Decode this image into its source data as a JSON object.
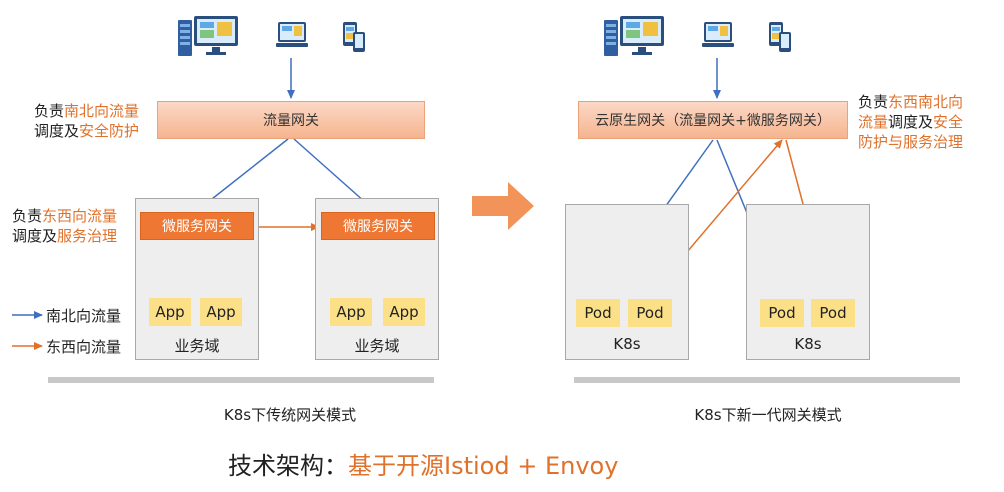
{
  "left": {
    "gateway": "流量网关",
    "note1": {
      "a": "负责",
      "b": "南北向流量",
      "c": "调度及",
      "d": "安全防护"
    },
    "note2": {
      "a": "负责",
      "b": "东西向流量",
      "c": "调度及",
      "d": "服务治理"
    },
    "mesh_gateway": "微服务网关",
    "app": "App",
    "domain_label": "业务域",
    "caption": "K8s下传统网关模式"
  },
  "right": {
    "gateway": "云原生网关（流量网关+微服务网关）",
    "note": {
      "a": "负责",
      "b": "东西南北向",
      "c": "流量",
      "d": "调度及",
      "e": "安全",
      "f": "防护与服务治理"
    },
    "pod": "Pod",
    "cluster_label": "K8s",
    "caption": "K8s下新一代网关模式"
  },
  "legend": {
    "north_south": "南北向流量",
    "east_west": "东西向流量"
  },
  "footer": {
    "prefix": "技术架构：",
    "highlight": "基于开源Istiod + Envoy"
  },
  "colors": {
    "blue": "#3f6fc0",
    "orange": "#e0712a",
    "gateway_fill": "#f6b48f",
    "mesh_fill": "#ee7733",
    "chip": "#fbe087"
  }
}
